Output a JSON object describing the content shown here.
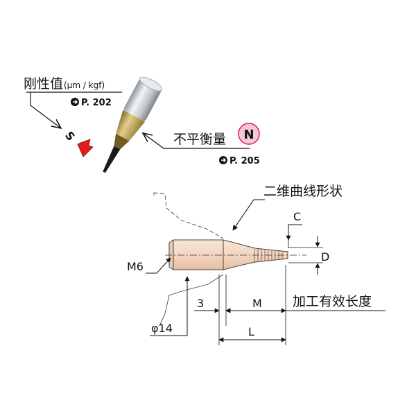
{
  "top": {
    "stiffness_label": "刚性值",
    "stiffness_unit": "(μm / kgf)",
    "stiffness_ref": "P. 202",
    "s_marker": "S",
    "balance_label": "不平衡量",
    "balance_badge": "N",
    "balance_ref": "P. 205",
    "badge_color": "#f7c6d9",
    "badge_border": "#d81b60",
    "arrow_color": "#e21b1b"
  },
  "drawing": {
    "curve_label": "二维曲线形状",
    "dim_c": "C",
    "dim_d": "D",
    "dim_m6": "M6",
    "dim_3": "3",
    "dim_m": "M",
    "dim_l": "L",
    "dim_phi14": "φ14",
    "effective_length_label": "加工有效长度",
    "part_color": "#f4d5bf"
  }
}
